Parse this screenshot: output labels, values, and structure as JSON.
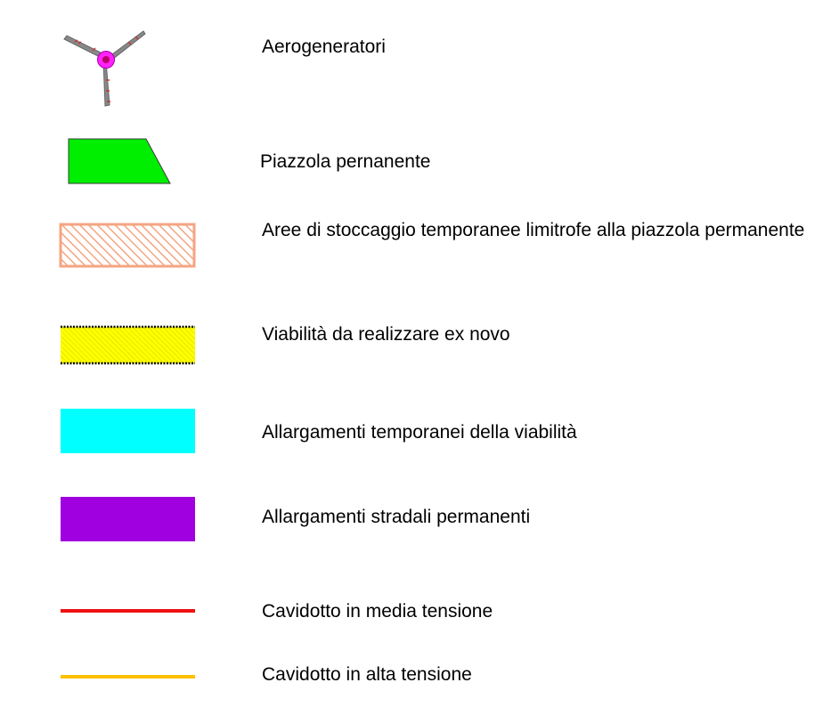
{
  "legend": {
    "items": [
      {
        "symbol": "wind-turbine-icon",
        "label": "Aerogeneratori"
      },
      {
        "symbol": "green-trapezoid-swatch",
        "label": "Piazzola pernanente",
        "color": "#00ff00"
      },
      {
        "symbol": "salmon-hatched-swatch",
        "label": "Aree di stoccaggio temporanee limitrofe alla piazzola permanente",
        "color": "#f4a582"
      },
      {
        "symbol": "yellow-hatched-swatch",
        "label": "Viabilità da realizzare ex novo",
        "color": "#ffff00"
      },
      {
        "symbol": "cyan-swatch",
        "label": "Allargamenti temporanei della viabilità",
        "color": "#00ffff"
      },
      {
        "symbol": "purple-swatch",
        "label": "Allargamenti stradali permanenti",
        "color": "#a000e0"
      },
      {
        "symbol": "red-line",
        "label": "Cavidotto in media tensione",
        "color": "#ee1111"
      },
      {
        "symbol": "orange-line",
        "label": "Cavidotto in alta tensione",
        "color": "#ffc000"
      }
    ]
  }
}
